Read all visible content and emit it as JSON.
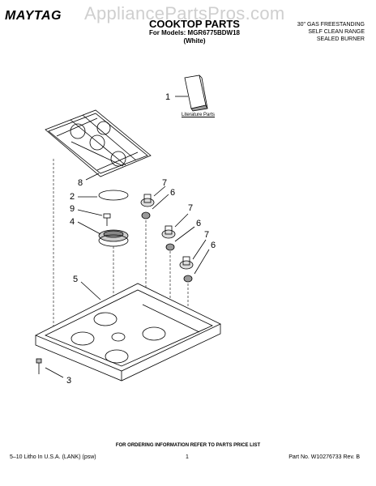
{
  "header": {
    "brand": "MAYTAG",
    "watermark": "AppliancePartsPros.com",
    "title": "COOKTOP PARTS",
    "models": "For Models: MGR6775BDW18",
    "color": "(White)",
    "description": [
      "30\" GAS FREESTANDING",
      "SELF CLEAN RANGE",
      "SEALED BURNER"
    ]
  },
  "diagram": {
    "literature_label": "Literature Parts",
    "callouts": [
      "1",
      "8",
      "7",
      "6",
      "2",
      "9",
      "7",
      "4",
      "6",
      "7",
      "6",
      "5",
      "3"
    ]
  },
  "footer": {
    "order_note": "FOR ORDERING INFORMATION REFER TO PARTS PRICE LIST",
    "left": "5–10 Litho In U.S.A. (LANK) (psw)",
    "page": "1",
    "right": "Part No. W10276733 Rev. B"
  }
}
